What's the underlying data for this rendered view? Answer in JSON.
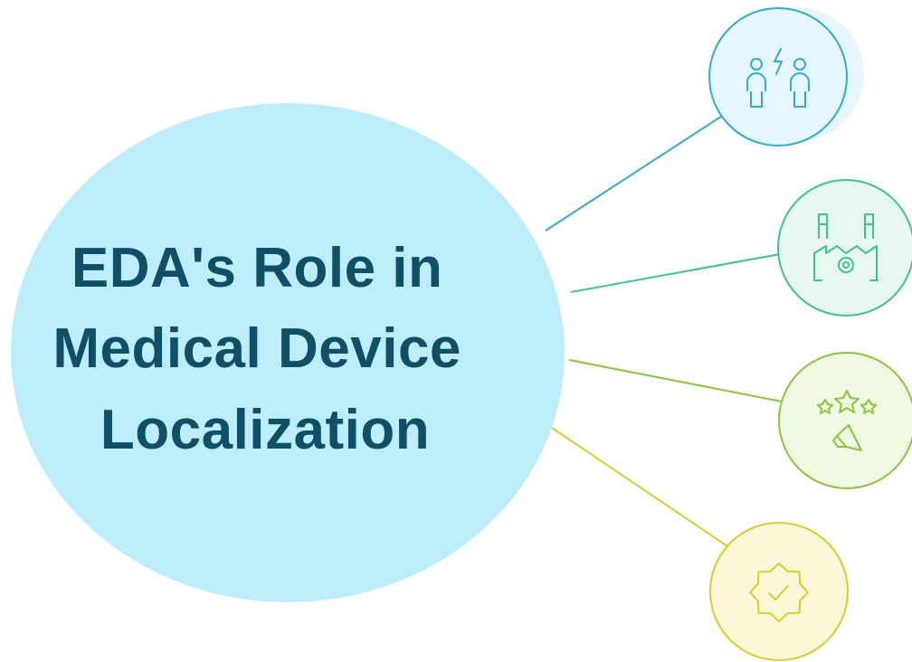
{
  "central": {
    "title_lines": [
      "EDA's Role in",
      "Medical Device",
      "Localization"
    ],
    "fill": "#bdedfb",
    "text_color": "#0d5068"
  },
  "nodes": [
    {
      "name": "collaboration-node",
      "icon": "people-collaboration-icon",
      "stroke": "#33aad0",
      "fill": "#e5f7fd",
      "shadow": "#e5f6fd"
    },
    {
      "name": "manufacturing-node",
      "icon": "factory-gear-icon",
      "stroke": "#3fc28c",
      "fill": "#e6f8ef"
    },
    {
      "name": "promotion-node",
      "icon": "stars-megaphone-icon",
      "stroke": "#8cc33f",
      "fill": "#f0f9e2"
    },
    {
      "name": "quality-assurance-node",
      "icon": "certified-badge-icon",
      "stroke": "#dccb2e",
      "fill": "#fbf8d8"
    }
  ]
}
